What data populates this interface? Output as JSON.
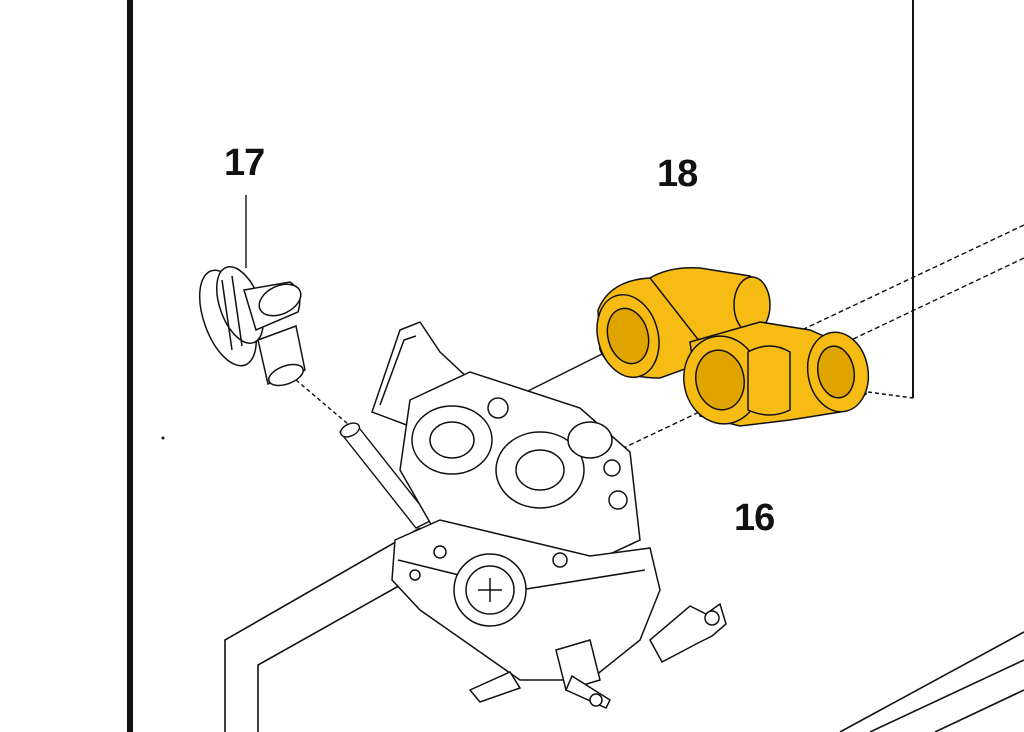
{
  "diagram": {
    "callouts": [
      {
        "id": "17",
        "text": "17"
      },
      {
        "id": "18",
        "text": "18"
      },
      {
        "id": "16",
        "text": "16"
      }
    ],
    "colors": {
      "highlight": "#F7BC13",
      "highlight_shadow": "#E0A400",
      "line": "#111111",
      "background": "#FFFFFF"
    }
  }
}
